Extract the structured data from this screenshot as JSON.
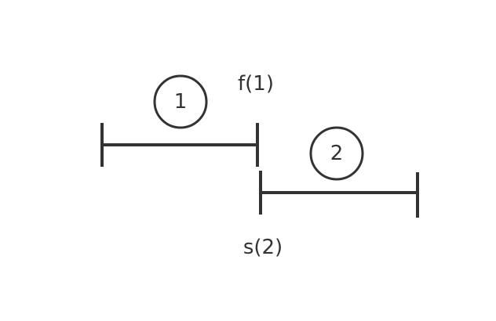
{
  "intervals": [
    {
      "number": "1",
      "end_label": "f(1)"
    },
    {
      "number": "2",
      "start_label": "s(2)"
    }
  ]
}
